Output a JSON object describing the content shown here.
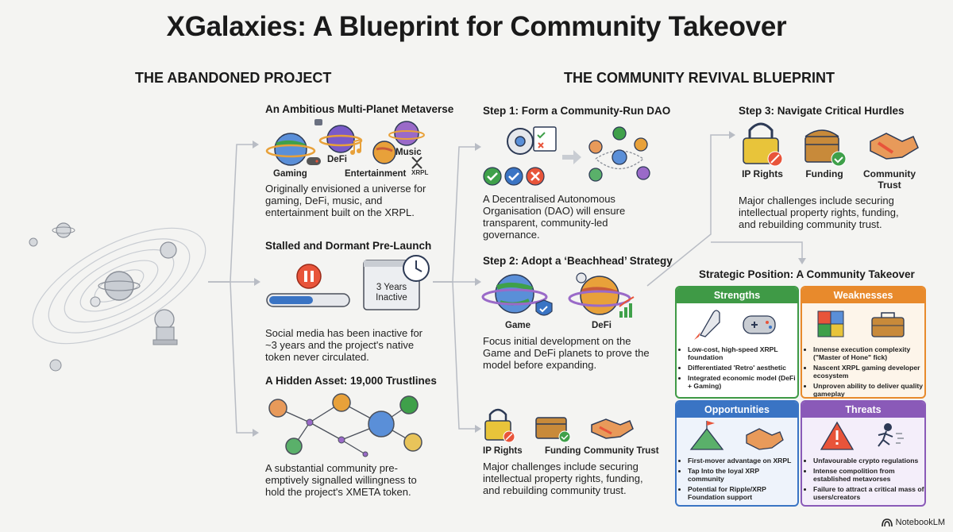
{
  "title": "XGalaxies: A Blueprint for Community Takeover",
  "left_heading": "THE ABANDONED PROJECT",
  "right_heading": "THE COMMUNITY REVIVAL BLUEPRINT",
  "abandoned": {
    "metaverse": {
      "title": "An Ambitious Multi-Planet Metaverse",
      "labels": {
        "gaming": "Gaming",
        "defi": "DeFi",
        "entertainment": "Entertainment",
        "music": "Music",
        "xrpl": "XRPL"
      },
      "text": "Originally envisioned a universe for gaming, DeFi, music, and entertainment built on the XRPL."
    },
    "stalled": {
      "title": "Stalled and Dormant Pre-Launch",
      "badge_line1": "3 Years",
      "badge_line2": "Inactive",
      "text": "Social media has been inactive for ~3 years and the project's native token never circulated."
    },
    "asset": {
      "title": "A Hidden Asset: 19,000 Trustlines",
      "text": "A substantial community pre-emptively signalled willingness to hold the project's XMETA token."
    }
  },
  "revival": {
    "step1": {
      "title": "Step 1: Form a Community-Run DAO",
      "text": "A Decentralised Autonomous Organisation (DAO) will ensure transparent, community-led governance."
    },
    "step2": {
      "title": "Step 2: Adopt a ‘Beachhead’ Strategy",
      "labels": {
        "game": "Game",
        "defi": "DeFi"
      },
      "text": "Focus initial development on the Game and DeFi planets to prove the model before expanding."
    },
    "hurdles_small": {
      "labels": {
        "ip": "IP Rights",
        "funding": "Funding",
        "trust": "Community Trust"
      },
      "text": "Major challenges include securing intellectual property rights, funding, and rebuilding community trust."
    },
    "step3": {
      "title": "Step 3: Navigate Critical Hurdles",
      "labels": {
        "ip": "IP Rights",
        "funding": "Funding",
        "trust": "Community Trust"
      },
      "text": "Major challenges include securing intellectual property rights, funding, and rebuilding community trust."
    }
  },
  "swot": {
    "title": "Strategic Position: A Community Takeover",
    "strengths": {
      "name": "Strengths",
      "color": "#3f9a46",
      "items": [
        "Low-cost, high-speed XRPL foundation",
        "Differentiated 'Retro' aesthetic",
        "Integrated economic model (DeFi + Gaming)"
      ]
    },
    "weaknesses": {
      "name": "Weaknesses",
      "color": "#e88a2c",
      "items": [
        "Innense execution complexity (\"Master of Hone\" fick)",
        "Nascent XRPL gaming developer ecosystem",
        "Unproven ability to deliver quality gameplay"
      ]
    },
    "opportunities": {
      "name": "Opportunities",
      "color": "#3a74c4",
      "items": [
        "First-mover advantage on XRPL",
        "Tap Into the loyal XRP community",
        "Potential for Ripple/XRP Foundation support"
      ]
    },
    "threats": {
      "name": "Threats",
      "color": "#8a5ab8",
      "items": [
        "Unfavourable crypto regulations",
        "Intense compolition from established metavorses",
        "Failure to attract a critical mass of users/creators"
      ]
    }
  },
  "brand": "NotebookLM",
  "colors": {
    "accent_orange": "#e8543a",
    "planet_blue": "#5a8fd8",
    "planet_purple": "#9a6ac8",
    "check_green": "#3fa04a"
  }
}
